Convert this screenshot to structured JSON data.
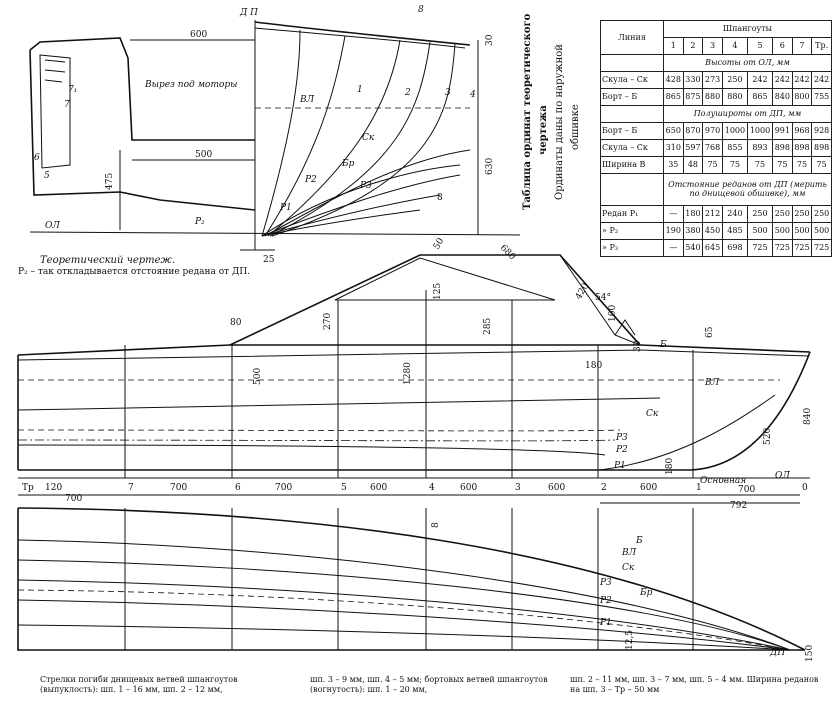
{
  "top_view": {
    "labels": {
      "dp": "Д П",
      "vyrez": "Вырез под моторы",
      "vl": "ВЛ",
      "ol": "ОЛ",
      "ck": "Ск",
      "bp": "Бр",
      "p1": "P1",
      "p2": "P2",
      "p3": "P3",
      "pz": "P₂"
    },
    "frame_numbers": [
      "8",
      "1",
      "2",
      "3",
      "4",
      "5",
      "6",
      "7",
      "7₁"
    ],
    "dims": {
      "d600": "600",
      "d500": "500",
      "d475": "475",
      "d30": "30",
      "d630": "630",
      "d8": "8",
      "d25": "25"
    }
  },
  "caption_top": {
    "title": "Теоретический чертеж.",
    "note": "P₂ – так откладывается отстояние редана от ДП."
  },
  "table": {
    "title_rot1": "Таблица ординат теоретического",
    "title_rot2": "чертежа",
    "title_rot3": "Ординаты даны по наружной",
    "title_rot4": "обшивке",
    "col_line": "Линия",
    "col_frames": "Шпангоуты",
    "frames": [
      "1",
      "2",
      "3",
      "4",
      "5",
      "6",
      "7",
      "Тр."
    ],
    "groups": [
      {
        "heading": "Высоты от ОЛ, мм",
        "rows": [
          {
            "name": "Скула – Ск",
            "values": [
              "428",
              "330",
              "273",
              "250",
              "242",
              "242",
              "242",
              "242"
            ]
          },
          {
            "name": "Борт – Б",
            "values": [
              "865",
              "875",
              "880",
              "880",
              "865",
              "840",
              "800",
              "755"
            ]
          }
        ]
      },
      {
        "heading": "Полуширoты от ДП, мм",
        "rows": [
          {
            "name": "Борт – Б",
            "values": [
              "650",
              "870",
              "970",
              "1000",
              "1000",
              "991",
              "968",
              "928"
            ]
          },
          {
            "name": "Скула – Ск",
            "values": [
              "310",
              "597",
              "768",
              "855",
              "893",
              "898",
              "898",
              "898"
            ]
          },
          {
            "name": "Ширина В",
            "values": [
              "35",
              "48",
              "75",
              "75",
              "75",
              "75",
              "75",
              "75"
            ]
          }
        ]
      },
      {
        "heading": "Отстояние реданов от ДП (мерить по днищевой обшивке), мм",
        "rows": [
          {
            "name": "Редан P₁",
            "values": [
              "—",
              "180",
              "212",
              "240",
              "250",
              "250",
              "250",
              "250"
            ]
          },
          {
            "name": "» P₂",
            "values": [
              "190",
              "380",
              "450",
              "485",
              "500",
              "500",
              "500",
              "500"
            ]
          },
          {
            "name": "» P₃",
            "values": [
              "—",
              "540",
              "645",
              "698",
              "725",
              "725",
              "725",
              "725"
            ]
          }
        ]
      }
    ]
  },
  "side_view": {
    "labels": {
      "b": "Б",
      "vl": "ВЛ",
      "ck": "Ск",
      "p3": "P3",
      "p2": "P2",
      "p1": "P1",
      "ol": "ОЛ",
      "osnovnaya": "Основная",
      "tp": "Тр"
    },
    "dims": {
      "d80": "80",
      "d270": "270",
      "d500": "500",
      "d1280": "1280",
      "d285": "285",
      "d125": "125",
      "d50": "50",
      "d680": "680",
      "d420": "420",
      "d54": "54°",
      "d100": "100",
      "d65": "65",
      "d30": "30",
      "d180": "180",
      "d520": "520",
      "d840": "840",
      "d180b": "180",
      "d120": "120"
    },
    "spacings": [
      "700",
      "700",
      "700",
      "600",
      "600",
      "600",
      "600",
      "700"
    ],
    "frame_marks": [
      "7",
      "6",
      "5",
      "4",
      "3",
      "2",
      "1",
      "0"
    ],
    "total": "792"
  },
  "plan_view": {
    "labels": {
      "b": "Б",
      "vl": "ВЛ",
      "ck": "Ск",
      "p3": "P3",
      "bp": "Бр",
      "p2": "P2",
      "p1": "P1",
      "dp": "ДП"
    },
    "dims": {
      "d8": "8",
      "d125": "12,5",
      "d150": "150"
    }
  },
  "caption_bottom": {
    "col1": "Стрелки погиби днищевых ветвей шпангоутов (выпуклость): шп. 1 – 16 мм, шп. 2 – 12 мм,",
    "col2": "шп. 3 – 9 мм, шп. 4 – 5 мм; бортовых ветвей шпангоутов (вогнутость): шп. 1 – 20 мм,",
    "col3": "шп. 2 – 11 мм, шп. 3 – 7 мм, шп. 5 – 4 мм. Ширина реданов на шп. 3 – Тр – 50 мм"
  }
}
